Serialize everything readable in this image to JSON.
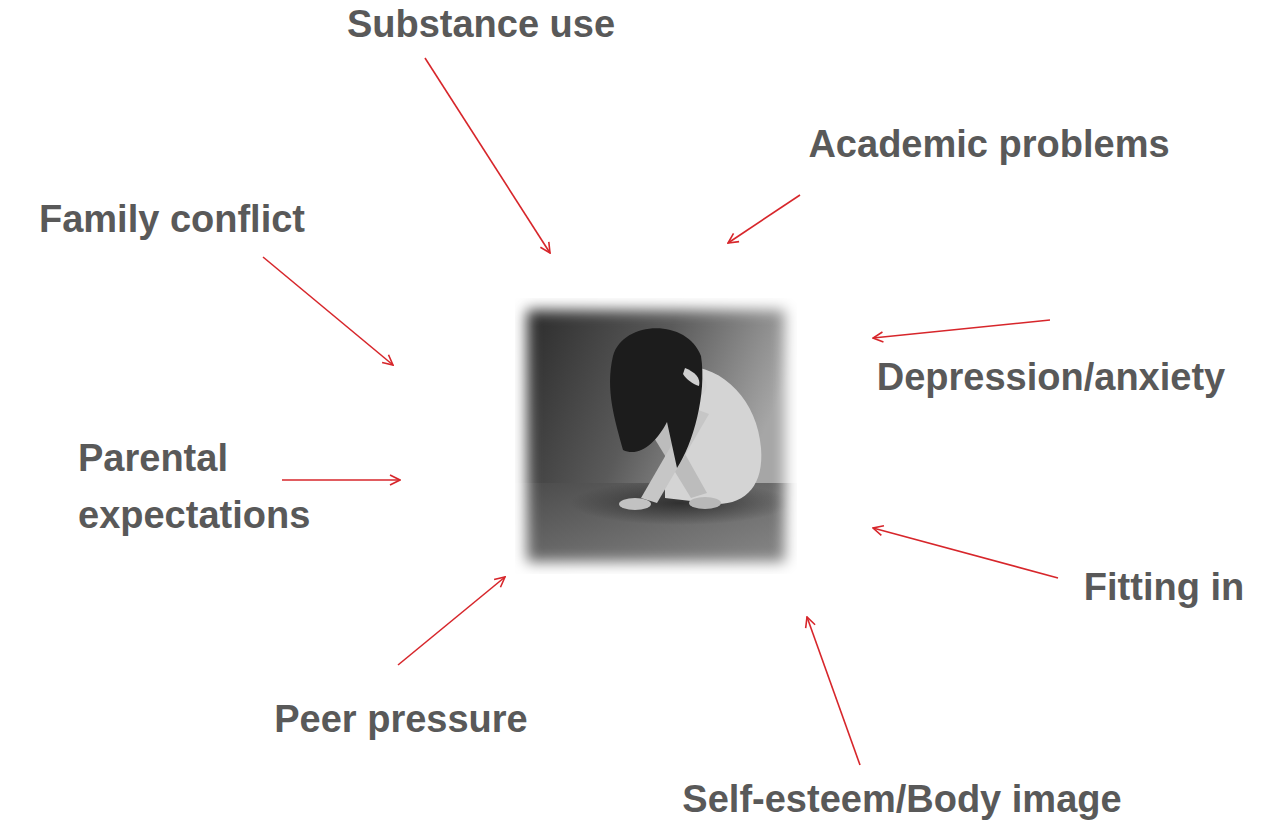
{
  "diagram": {
    "labels": [
      "Substance use",
      "Academic problems",
      "Family conflict",
      "Depression/anxiety",
      "Parental expectations",
      "Fitting in",
      "Peer pressure",
      "Self-esteem/Body image"
    ]
  }
}
